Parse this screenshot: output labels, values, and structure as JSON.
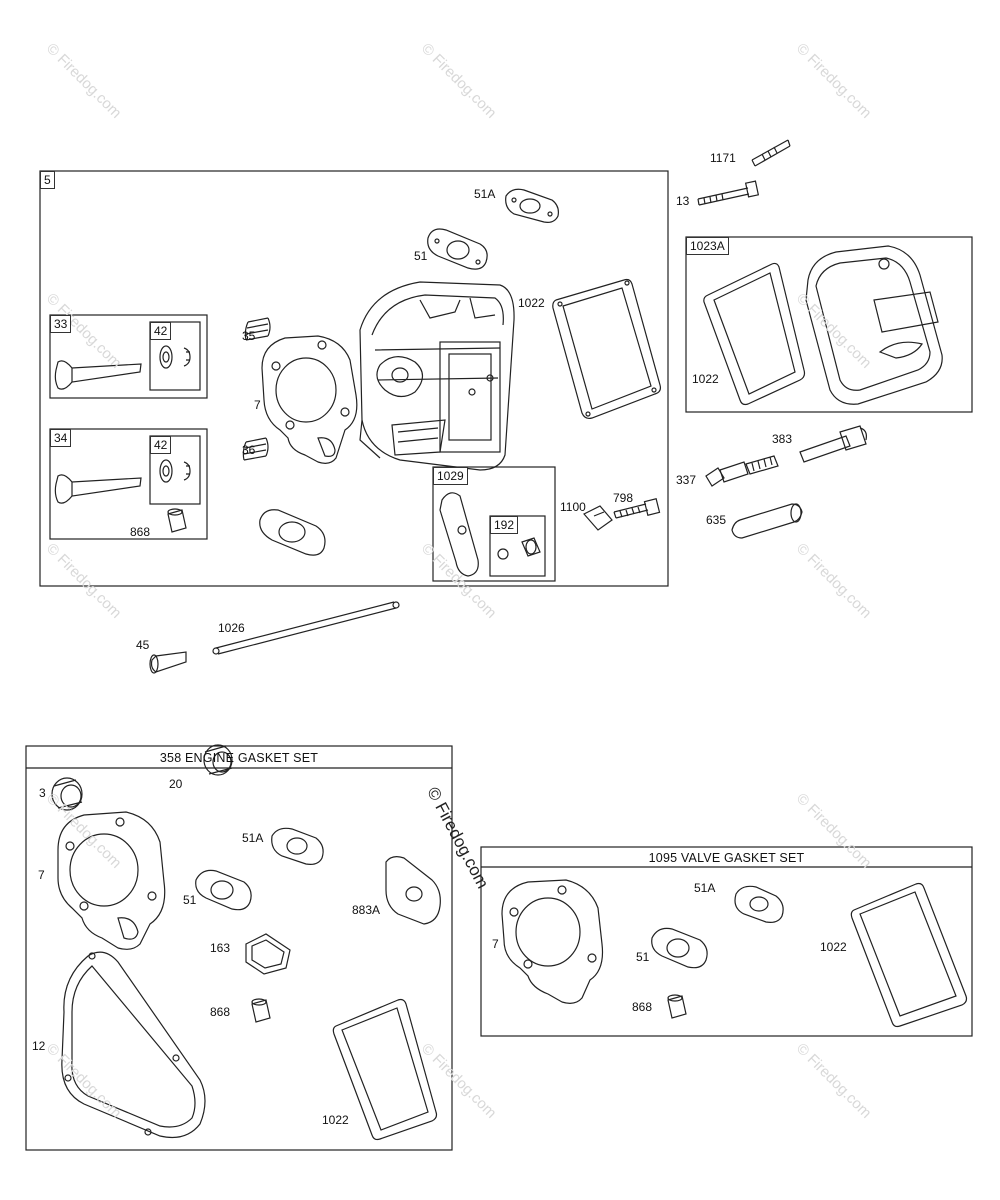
{
  "watermark": {
    "text": "© Firedog.com",
    "center_text": "© Firedog.com"
  },
  "sections": {
    "head": {
      "box_tag": "5"
    },
    "valve_cover": {
      "box_tag": "1023A"
    },
    "gasket_set": {
      "title": "358 ENGINE GASKET SET"
    },
    "valve_gasket_set": {
      "title": "1095 VALVE GASKET SET"
    }
  },
  "sub_boxes": {
    "intake_valve": "33",
    "retainer_1": "42",
    "exhaust_valve": "34",
    "retainer_2": "42",
    "rocker_arm": "1029",
    "rocker_ball": "192"
  },
  "labels": {
    "p1171": "1171",
    "p13": "13",
    "p51A_top": "51A",
    "p51_top": "51",
    "p1022_top": "1022",
    "p35": "35",
    "p7_top": "7",
    "p36": "36",
    "p868_top": "868",
    "p1100": "1100",
    "p798": "798",
    "p1022_cover": "1022",
    "p383": "383",
    "p337": "337",
    "p635": "635",
    "p45": "45",
    "p1026": "1026",
    "g3": "3",
    "g20": "20",
    "g7": "7",
    "g51A": "51A",
    "g51": "51",
    "g883A": "883A",
    "g163": "163",
    "g868": "868",
    "g12": "12",
    "g1022": "1022",
    "v7": "7",
    "v51A": "51A",
    "v51": "51",
    "v868": "868",
    "v1022": "1022"
  },
  "colors": {
    "line": "#222222",
    "shade": "#9a9a9a",
    "watermark": "#d8d8d8"
  }
}
